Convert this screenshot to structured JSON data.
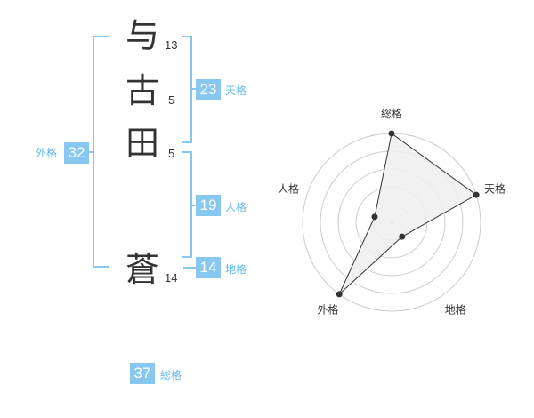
{
  "name": {
    "chars": [
      {
        "char": "与",
        "strokes": "13"
      },
      {
        "char": "古",
        "strokes": "5"
      },
      {
        "char": "田",
        "strokes": "5"
      },
      {
        "char": "蒼",
        "strokes": "14"
      }
    ]
  },
  "fortune": {
    "tenkaku": {
      "label": "天格",
      "value": "23"
    },
    "jinkaku": {
      "label": "人格",
      "value": "19"
    },
    "chikaku": {
      "label": "地格",
      "value": "14"
    },
    "gaikaku": {
      "label": "外格",
      "value": "32"
    },
    "soukaku": {
      "label": "総格",
      "value": "37"
    }
  },
  "colors": {
    "accent": "#88c8f0",
    "accent_text": "#66b8ea",
    "grid": "#cccccc",
    "fill": "#eeeeee",
    "text": "#333333"
  },
  "chart_data": {
    "type": "radar",
    "axes": [
      "総格",
      "天格",
      "地格",
      "外格",
      "人格"
    ],
    "levels": 5,
    "values": [
      5,
      5,
      1,
      5,
      1
    ],
    "max": 5
  }
}
